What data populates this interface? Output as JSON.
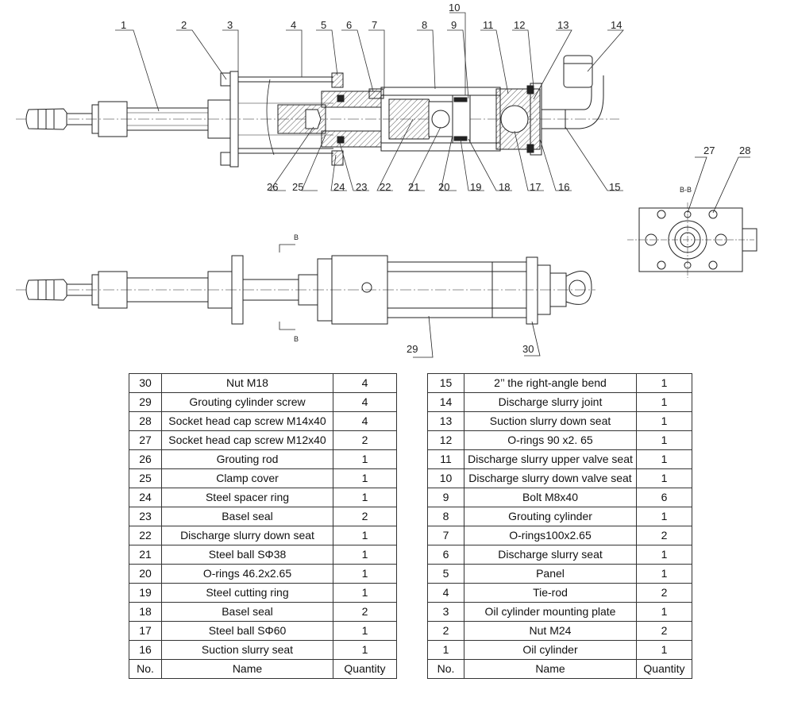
{
  "drawing": {
    "callouts": [
      "1",
      "2",
      "3",
      "4",
      "5",
      "6",
      "7",
      "8",
      "9",
      "10",
      "11",
      "12",
      "13",
      "14",
      "15",
      "16",
      "17",
      "18",
      "19",
      "20",
      "21",
      "22",
      "23",
      "24",
      "25",
      "26",
      "27",
      "28",
      "29",
      "30"
    ],
    "section_label": "B-B",
    "section_mark": "B"
  },
  "bom_left": {
    "header": {
      "no": "No.",
      "name": "Name",
      "qty": "Quantity"
    },
    "rows": [
      {
        "no": "30",
        "name": "Nut M18",
        "qty": "4"
      },
      {
        "no": "29",
        "name": "Grouting cylinder screw",
        "qty": "4"
      },
      {
        "no": "28",
        "name": "Socket head cap screw M14x40",
        "qty": "4"
      },
      {
        "no": "27",
        "name": "Socket head cap screw M12x40",
        "qty": "2"
      },
      {
        "no": "26",
        "name": "Grouting rod",
        "qty": "1"
      },
      {
        "no": "25",
        "name": "Clamp cover",
        "qty": "1"
      },
      {
        "no": "24",
        "name": "Steel spacer ring",
        "qty": "1"
      },
      {
        "no": "23",
        "name": "Basel seal",
        "qty": "2"
      },
      {
        "no": "22",
        "name": "Discharge slurry down seat",
        "qty": "1"
      },
      {
        "no": "21",
        "name": "Steel ball SΦ38",
        "qty": "1"
      },
      {
        "no": "20",
        "name": "O-rings 46.2x2.65",
        "qty": "1"
      },
      {
        "no": "19",
        "name": "Steel cutting ring",
        "qty": "1"
      },
      {
        "no": "18",
        "name": "Basel seal",
        "qty": "2"
      },
      {
        "no": "17",
        "name": "Steel ball SΦ60",
        "qty": "1"
      },
      {
        "no": "16",
        "name": "Suction slurry seat",
        "qty": "1"
      }
    ]
  },
  "bom_right": {
    "header": {
      "no": "No.",
      "name": "Name",
      "qty": "Quantity"
    },
    "rows": [
      {
        "no": "15",
        "name": "2’’ the right-angle bend",
        "qty": "1"
      },
      {
        "no": "14",
        "name": "Discharge slurry joint",
        "qty": "1"
      },
      {
        "no": "13",
        "name": "Suction slurry down seat",
        "qty": "1"
      },
      {
        "no": "12",
        "name": "O-rings 90 x2. 65",
        "qty": "1"
      },
      {
        "no": "11",
        "name": "Discharge slurry upper valve seat",
        "qty": "1"
      },
      {
        "no": "10",
        "name": "Discharge slurry down valve seat",
        "qty": "1"
      },
      {
        "no": "9",
        "name": "Bolt M8x40",
        "qty": "6"
      },
      {
        "no": "8",
        "name": "Grouting cylinder",
        "qty": "1"
      },
      {
        "no": "7",
        "name": "O-rings100x2.65",
        "qty": "2"
      },
      {
        "no": "6",
        "name": "Discharge slurry seat",
        "qty": "1"
      },
      {
        "no": "5",
        "name": "Panel",
        "qty": "1"
      },
      {
        "no": "4",
        "name": "Tie-rod",
        "qty": "2"
      },
      {
        "no": "3",
        "name": "Oil cylinder mounting plate",
        "qty": "1"
      },
      {
        "no": "2",
        "name": "Nut M24",
        "qty": "2"
      },
      {
        "no": "1",
        "name": "Oil cylinder",
        "qty": "1"
      }
    ]
  }
}
